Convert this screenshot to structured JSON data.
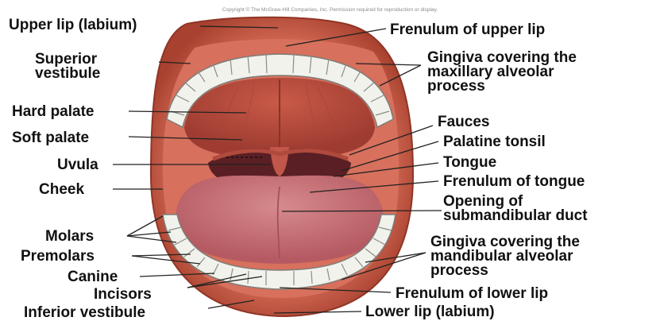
{
  "copyright": "Copyright © The McGraw-Hill Companies, Inc. Permission required for reproduction or display.",
  "labels": {
    "upper_lip": "Upper lip (labium)",
    "superior_vestibule": "Superior\nvestibule",
    "hard_palate": "Hard palate",
    "soft_palate": "Soft palate",
    "uvula": "Uvula",
    "cheek": "Cheek",
    "molars": "Molars",
    "premolars": "Premolars",
    "canine": "Canine",
    "incisors": "Incisors",
    "inferior_vestibule": "Inferior vestibule",
    "frenulum_upper_lip": "Frenulum of upper lip",
    "gingiva_maxillary": "Gingiva covering the\nmaxillary alveolar\nprocess",
    "fauces": "Fauces",
    "palatine_tonsil": "Palatine tonsil",
    "tongue": "Tongue",
    "frenulum_tongue": "Frenulum of tongue",
    "opening_submandibular": "Opening of\nsubmandibular duct",
    "gingiva_mandibular": "Gingiva covering the\nmandibular alveolar\nprocess",
    "frenulum_lower_lip": "Frenulum of lower lip",
    "lower_lip": "Lower lip (labium)"
  },
  "colors": {
    "lips": "#c4553e",
    "mouth_lining": "#d9735d",
    "palate": "#b84a3c",
    "tongue": "#c46a70",
    "throat": "#5a1f24",
    "teeth": "#f4f4ee",
    "teeth_shadow": "#8c8c88",
    "leader": "#222222"
  }
}
